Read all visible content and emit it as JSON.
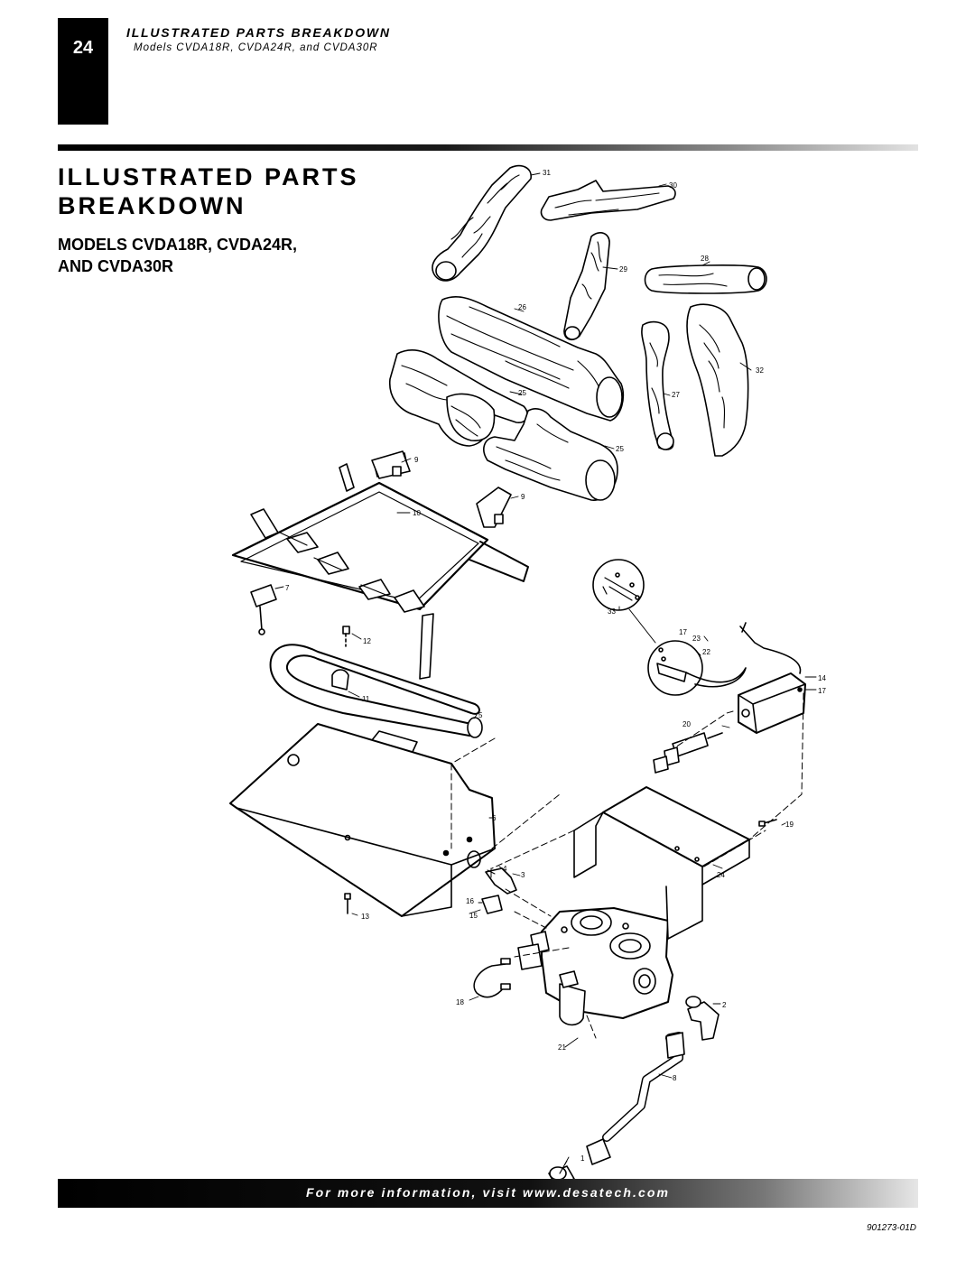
{
  "header": {
    "page_number": "24",
    "section_title": "ILLUSTRATED PARTS BREAKDOWN",
    "models_subtitle": "Models CVDA18R, CVDA24R, and CVDA30R"
  },
  "title": {
    "line1": "ILLUSTRATED PARTS",
    "line2": "BREAKDOWN",
    "models_line1": "MODELS CVDA18R, CVDA24R,",
    "models_line2": "AND CVDA30R"
  },
  "diagram": {
    "callouts": {
      "c1": "1",
      "c2": "2",
      "c3": "3",
      "c4": "4",
      "c5": "5",
      "c6": "6",
      "c7": "7",
      "c8": "8",
      "c9a": "9",
      "c9b": "9",
      "c10": "10",
      "c11": "11",
      "c12": "12",
      "c13": "13",
      "c14": "14",
      "c15": "15",
      "c16": "16",
      "c17a": "17",
      "c17b": "17",
      "c18": "18",
      "c19": "19",
      "c20": "20",
      "c21": "21",
      "c22": "22",
      "c23": "23",
      "c24": "24",
      "c25a": "25",
      "c25b": "25",
      "c26": "26",
      "c27": "27",
      "c28": "28",
      "c29": "29",
      "c30": "30",
      "c31": "31",
      "c32": "32",
      "c33": "33"
    }
  },
  "footer": {
    "text": "For more information, visit www.desatech.com",
    "doc_number": "901273-01D"
  }
}
